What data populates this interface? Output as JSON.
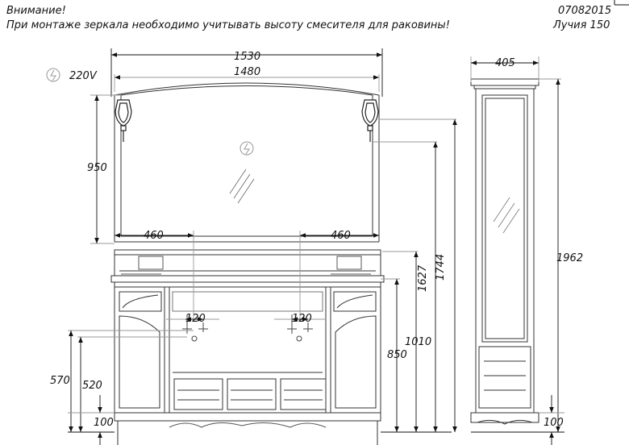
{
  "header": {
    "warning_title": "Внимание!",
    "warning_text": "При монтаже зеркала необходимо учитывать высоту смесителя для раковины!",
    "code": "07082015",
    "series": "Лучия   150"
  },
  "electrical": {
    "voltage_label": "220V",
    "socket_icon": "power-socket-icon"
  },
  "dimensions": {
    "mirror_outer_width": "1530",
    "mirror_inner_width": "1480",
    "mirror_height": "950",
    "left_offset": "460",
    "right_offset": "460",
    "left_mixer_spacing": "120",
    "right_mixer_spacing": "120",
    "height_570": "570",
    "height_520": "520",
    "base_height_left": "100",
    "height_850": "850",
    "height_1010": "1010",
    "height_1627": "1627",
    "height_1744": "1744",
    "cabinet_width": "405",
    "cabinet_height": "1962",
    "base_height_right": "100"
  }
}
